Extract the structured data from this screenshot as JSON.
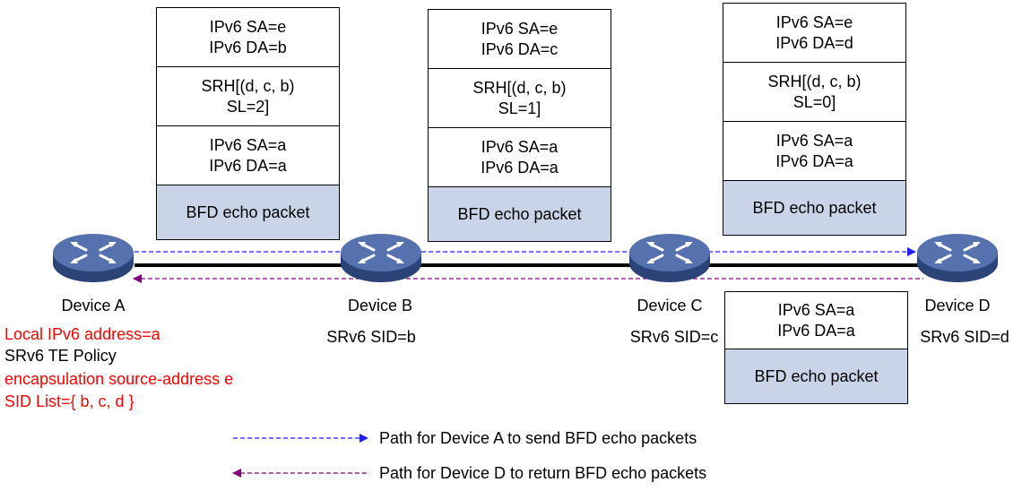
{
  "stacks": {
    "a_to_b": {
      "outer_sa": "IPv6 SA=e",
      "outer_da": "IPv6 DA=b",
      "srh": "SRH[(d, c, b)",
      "sl": "SL=2]",
      "inner_sa": "IPv6 SA=a",
      "inner_da": "IPv6 DA=a",
      "payload": "BFD echo packet"
    },
    "b_to_c": {
      "outer_sa": "IPv6 SA=e",
      "outer_da": "IPv6 DA=c",
      "srh": "SRH[(d, c, b)",
      "sl": "SL=1]",
      "inner_sa": "IPv6 SA=a",
      "inner_da": "IPv6 DA=a",
      "payload": "BFD echo packet"
    },
    "c_to_d": {
      "outer_sa": "IPv6 SA=e",
      "outer_da": "IPv6 DA=d",
      "srh": "SRH[(d, c, b)",
      "sl": "SL=0]",
      "inner_sa": "IPv6 SA=a",
      "inner_da": "IPv6 DA=a",
      "payload": "BFD echo packet"
    },
    "return": {
      "inner_sa": "IPv6 SA=a",
      "inner_da": "IPv6 DA=a",
      "payload": "BFD echo packet"
    }
  },
  "devices": {
    "a": {
      "name": "Device A"
    },
    "b": {
      "name": "Device B",
      "sid": "SRv6 SID=b"
    },
    "c": {
      "name": "Device C",
      "sid": "SRv6 SID=c"
    },
    "d": {
      "name": "Device D",
      "sid": "SRv6 SID=d"
    }
  },
  "device_a_config": {
    "local_address": "Local IPv6 address=a",
    "policy": "SRv6 TE Policy",
    "encapsulation": "encapsulation source-address e",
    "sid_list": "SID List={ b, c, d }"
  },
  "legend": {
    "send": "Path for Device A to send BFD echo packets",
    "return": "Path for Device D to return BFD echo packets"
  },
  "colors": {
    "send_path": "#1f1fff",
    "return_path": "#7f007f",
    "highlight_text": "#ff0000",
    "payload_fill": "#c9d4e8",
    "router_body": "#3f5a94"
  }
}
